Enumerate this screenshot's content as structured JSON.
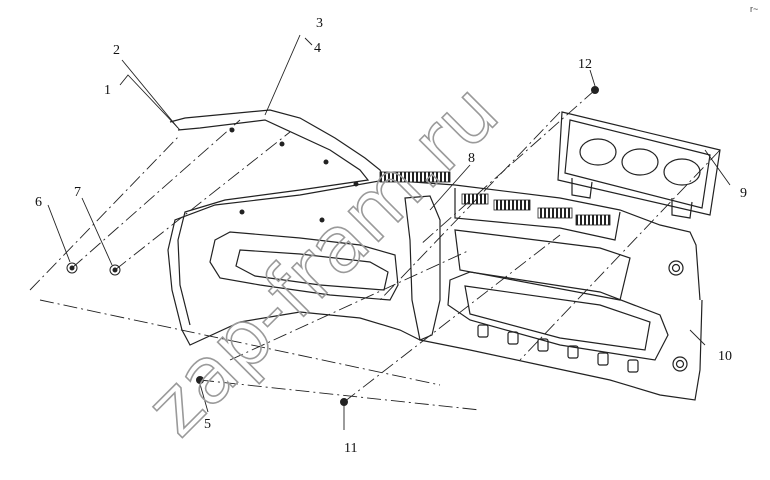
{
  "watermark": "zap-fram.ru",
  "corner_mark": "r~",
  "callouts": {
    "c1": "1",
    "c2": "2",
    "c3": "3",
    "c4": "4",
    "c5": "5",
    "c6": "6",
    "c7": "7",
    "c8": "8",
    "c9": "9",
    "c10": "10",
    "c11": "11",
    "c12": "12"
  }
}
